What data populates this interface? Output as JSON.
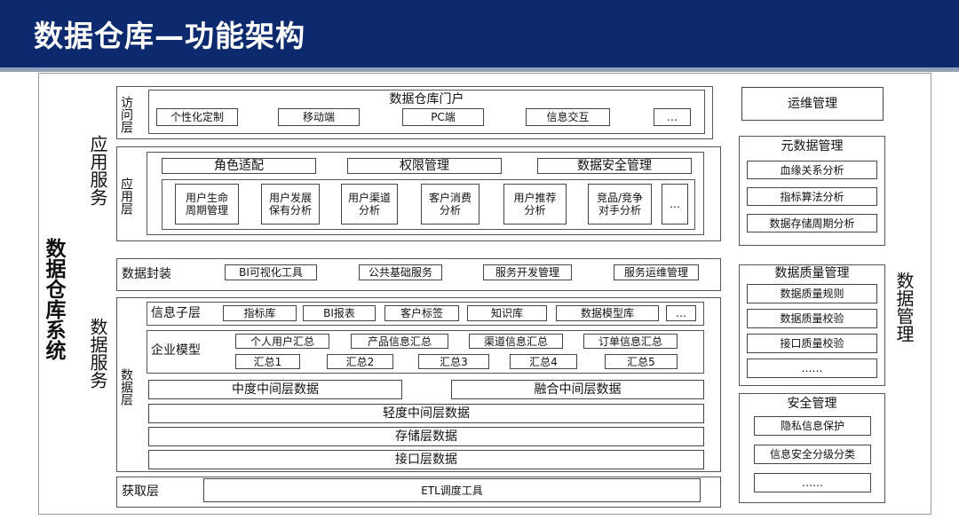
{
  "header": {
    "title": "数据仓库—功能架构"
  },
  "system_label": "数据仓库系统",
  "app_services": {
    "label": "应用服务",
    "access_layer": {
      "label": "访问层",
      "portal_title": "数据仓库门户",
      "items": [
        "个性化定制",
        "移动端",
        "PC端",
        "信息交互",
        "…"
      ]
    },
    "application_layer": {
      "label": "应用层",
      "top_items": [
        "角色适配",
        "权限管理",
        "数据安全管理"
      ],
      "analysis_items": [
        "用户生命\n周期管理",
        "用户发展\n保有分析",
        "用户渠道\n分析",
        "客户消费\n分析",
        "用户推荐\n分析",
        "竞品/竞争\n对手分析",
        "…"
      ]
    }
  },
  "data_services": {
    "label": "数据服务",
    "packaging": {
      "label": "数据封装",
      "items": [
        "BI可视化工具",
        "公共基础服务",
        "服务开发管理",
        "服务运维管理"
      ]
    },
    "data_layer": {
      "label": "数据层",
      "info_sublayer": {
        "label": "信息子层",
        "items": [
          "指标库",
          "BI报表",
          "客户标签",
          "知识库",
          "数据模型库",
          "…"
        ]
      },
      "enterprise_model": {
        "label": "企业模型",
        "row1": [
          "个人用户汇总",
          "产品信息汇总",
          "渠道信息汇总",
          "订单信息汇总"
        ],
        "row2": [
          "汇总1",
          "汇总2",
          "汇总3",
          "汇总4",
          "汇总5"
        ]
      },
      "mid_left": "中度中间层数据",
      "mid_right": "融合中间层数据",
      "light_mid": "轻度中间层数据",
      "storage": "存储层数据",
      "interface": "接口层数据"
    }
  },
  "acquisition": {
    "label": "获取层",
    "tool": "ETL调度工具"
  },
  "right": {
    "ops": "运维管理",
    "metadata": {
      "title": "元数据管理",
      "items": [
        "血缘关系分析",
        "指标算法分析",
        "数据存储周期分析"
      ]
    },
    "quality": {
      "title": "数据质量管理",
      "items": [
        "数据质量规则",
        "数据质量校验",
        "接口质量校验",
        "……"
      ]
    },
    "security": {
      "title": "安全管理",
      "items": [
        "隐私信息保护",
        "信息安全分级分类",
        "……"
      ]
    },
    "side_label": "数据管理"
  }
}
